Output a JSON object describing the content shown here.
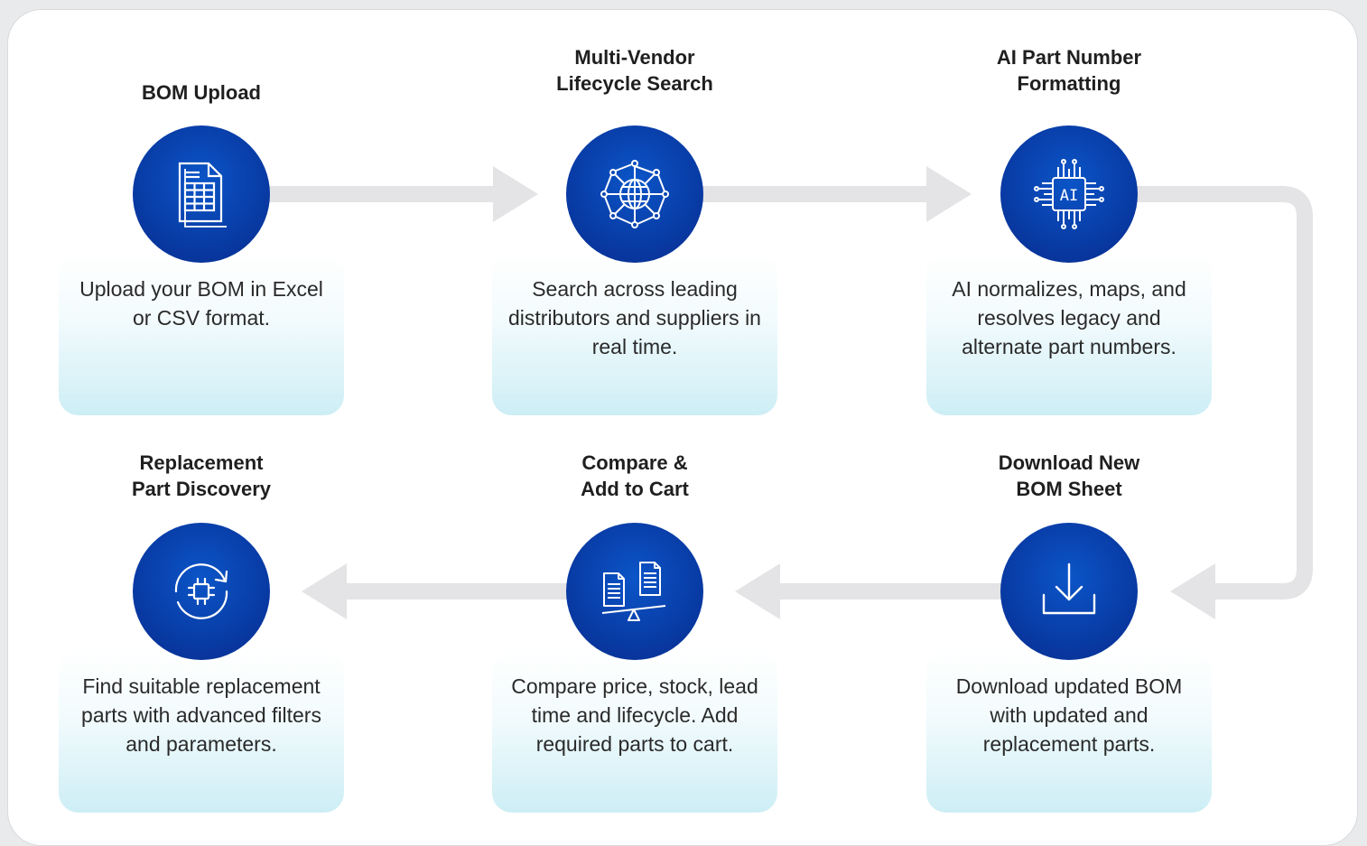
{
  "accent_colors": {
    "circle": "#0a46b8",
    "connector": "#e4e4e6",
    "card_gradient_end": "#cdeef5"
  },
  "steps": [
    {
      "title": "BOM Upload",
      "icon": "spreadsheet-document-icon",
      "description": "Upload your BOM in Excel or CSV format."
    },
    {
      "title": "Multi-Vendor\nLifecycle Search",
      "icon": "globe-network-icon",
      "description": "Search across leading distributors and suppliers in real time."
    },
    {
      "title": "AI Part Number\nFormatting",
      "icon": "ai-chip-icon",
      "description": "AI normalizes, maps, and resolves legacy and alternate part numbers."
    },
    {
      "title": "Download New\nBOM Sheet",
      "icon": "download-icon",
      "description": "Download updated BOM with updated and replacement parts."
    },
    {
      "title": "Compare &\nAdd to Cart",
      "icon": "compare-balance-icon",
      "description": "Compare price, stock, lead time and lifecycle. Add required parts to cart."
    },
    {
      "title": "Replacement\nPart Discovery",
      "icon": "chip-refresh-icon",
      "description": "Find suitable replacement parts with advanced filters and parameters."
    }
  ]
}
